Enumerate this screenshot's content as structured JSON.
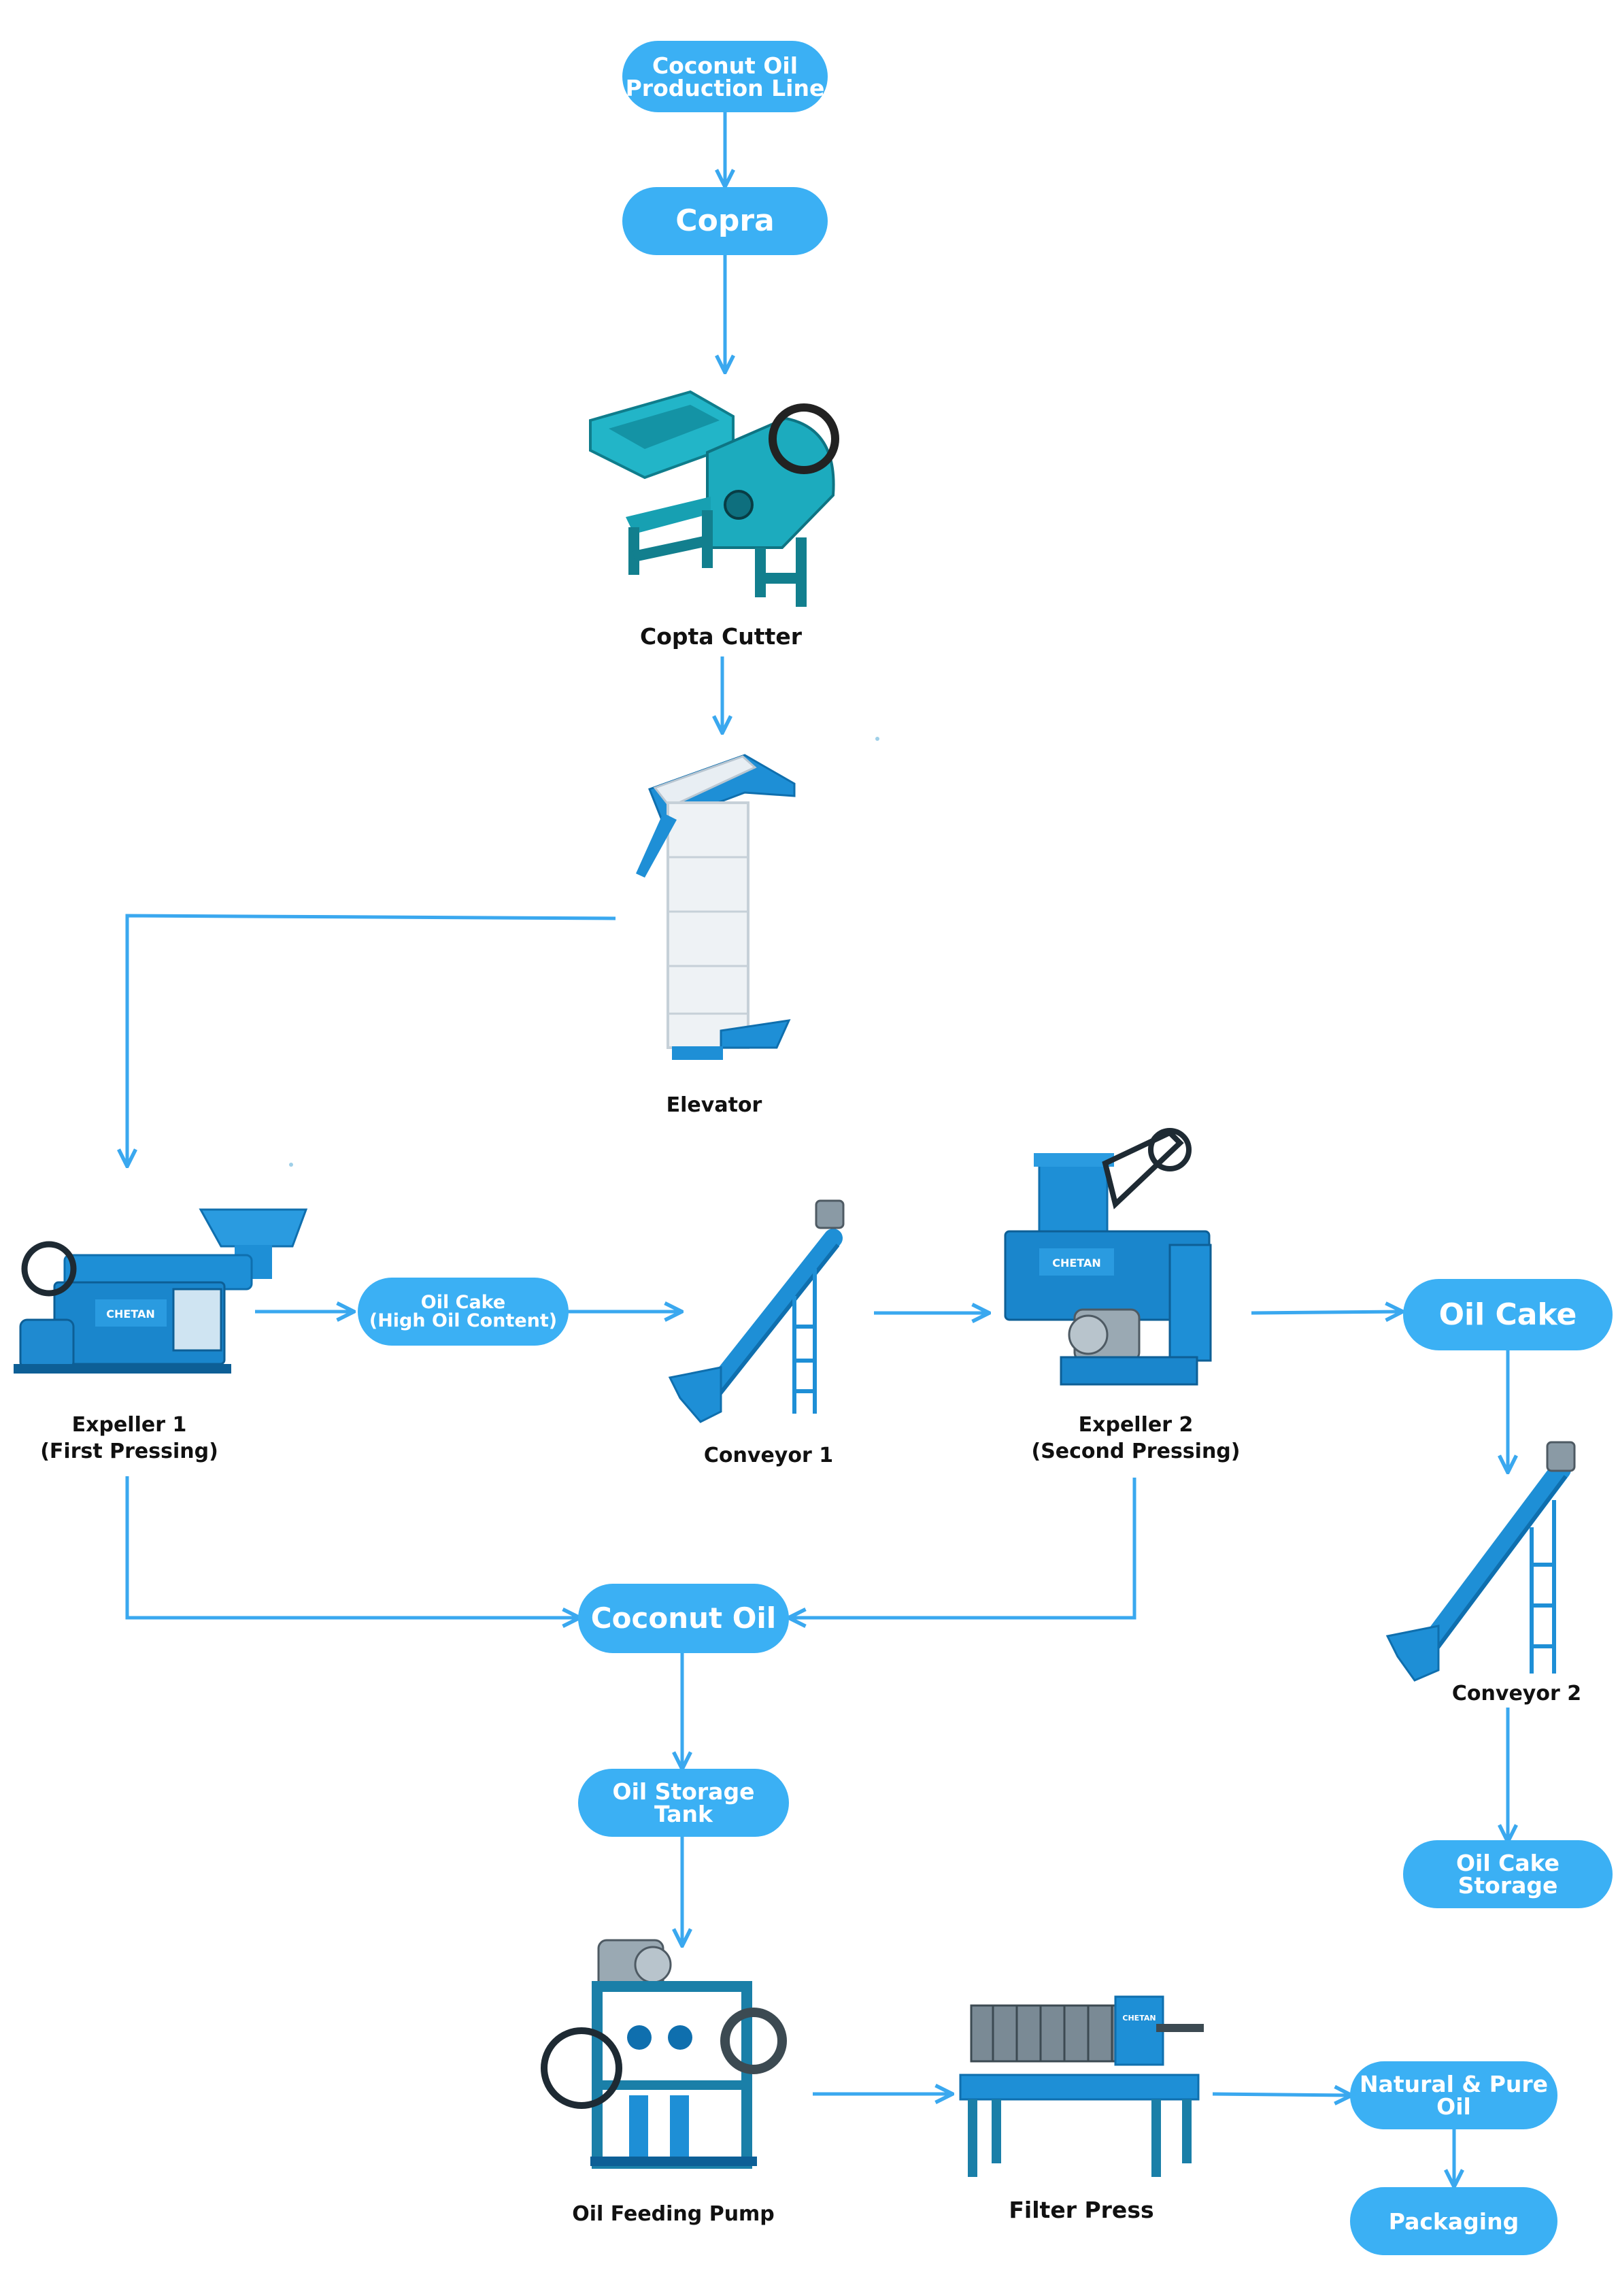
{
  "colors": {
    "pill": "#3bb0f4",
    "arrow": "#3aa8ef",
    "machine": "#1e8fd6",
    "machine_dark": "#0f6fae",
    "copra_cutter": "#1aa3b5",
    "label_text": "#111111",
    "pill_text": "#ffffff"
  },
  "nodes": {
    "title": "Coconut Oil\nProduction Line",
    "copra": "Copra",
    "oil_cake_high": "Oil Cake\n(High Oil Content)",
    "oil_cake": "Oil Cake",
    "coconut_oil": "Coconut Oil",
    "oil_storage_tank": "Oil Storage\nTank",
    "oil_cake_storage": "Oil Cake\nStorage",
    "natural_pure_oil": "Natural & Pure\nOil",
    "packaging": "Packaging"
  },
  "machines": {
    "copra_cutter": "Copta Cutter",
    "elevator": "Elevator",
    "expeller_1": "Expeller 1\n(First Pressing)",
    "conveyor_1": "Conveyor 1",
    "expeller_2": "Expeller 2\n(Second Pressing)",
    "conveyor_2": "Conveyor 2",
    "oil_feeding_pump": "Oil Feeding Pump",
    "filter_press": "Filter Press",
    "brand": "CHETAN"
  },
  "icons": [
    "copra-cutter-machine",
    "bucket-elevator",
    "screw-oil-expeller",
    "screw-conveyor",
    "oil-feeding-pump",
    "filter-press-machine"
  ]
}
